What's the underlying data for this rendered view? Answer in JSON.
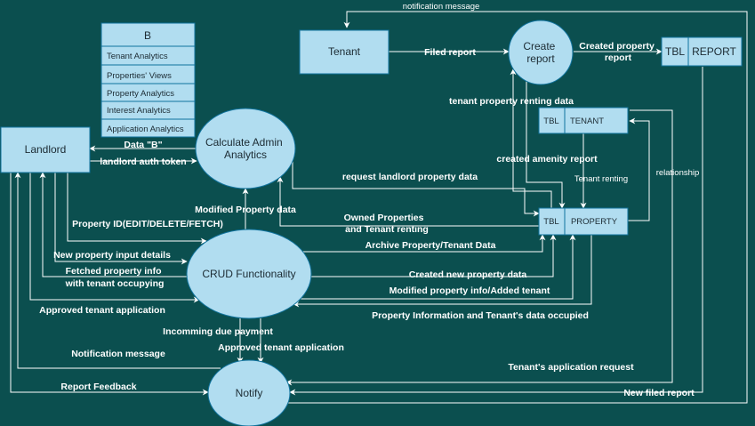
{
  "colors": {
    "background": "#0b4f4f",
    "node_fill": "#b1ddf0",
    "node_stroke": "#10739e",
    "edge": "#ffffff"
  },
  "nodes": {
    "tenant": "Tenant",
    "landlord": "Landlord",
    "create_report": "Create report",
    "calculate": "Calculate Admin Analytics",
    "crud": "CRUD Functionality",
    "notify": "Notify",
    "tbl_report": {
      "prefix": "TBL",
      "name": "REPORT"
    },
    "tbl_tenant": {
      "prefix": "TBL",
      "name": "TENANT"
    },
    "tbl_property": {
      "prefix": "TBL",
      "name": "PROPERTY"
    }
  },
  "analytics_list": {
    "header": "B",
    "items": [
      "Tenant Analytics",
      "Properties' Views",
      "Property Analytics",
      "Interest Analytics",
      "Application Analytics"
    ]
  },
  "edges": {
    "notification_top": "notification message",
    "filed_report": "Filed report",
    "created_property_report": "Created property report",
    "tenant_property_renting_data": "tenant property renting data",
    "created_amenity_report": "created amenity report",
    "tenant_renting": "Tenant renting",
    "relationship": "relationship",
    "data_b": "Data \"B\"",
    "landlord_auth_token": "landlord auth token",
    "request_landlord_property_data": "request landlord property data",
    "modified_property_data": "Modified Property data",
    "owned_properties": "Owned Properties and Tenant renting",
    "property_id": "Property ID(EDIT/DELETE/FETCH)",
    "archive": "Archive Property/Tenant Data",
    "new_property_input": "New property input details",
    "fetched_property": "Fetched property info with tenant occupying",
    "created_new_property": "Created new property data",
    "modified_property_info": "Modified property info/Added tenant",
    "approved_tenant_app_left": "Approved tenant application",
    "property_information": "Property Information and Tenant's data occupied",
    "incoming_due": "Incomming due payment",
    "approved_tenant_app": "Approved tenant application",
    "notification_message": "Notification message",
    "tenant_application_request": "Tenant's application request",
    "report_feedback": "Report Feedback",
    "new_filed_report": "New filed report"
  }
}
